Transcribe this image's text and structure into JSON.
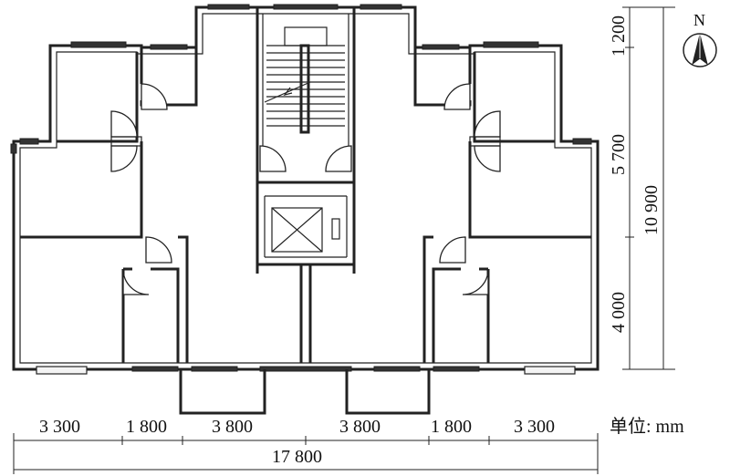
{
  "dimensions": {
    "horizontal_segments": [
      "3 300",
      "1 800",
      "3 800",
      "3 800",
      "1 800",
      "3 300"
    ],
    "horizontal_total": "17 800",
    "vertical_segments": [
      "1 200",
      "5 700",
      "4 000"
    ],
    "vertical_total": "10 900"
  },
  "unit_label": "单位: mm",
  "north_label": "N"
}
